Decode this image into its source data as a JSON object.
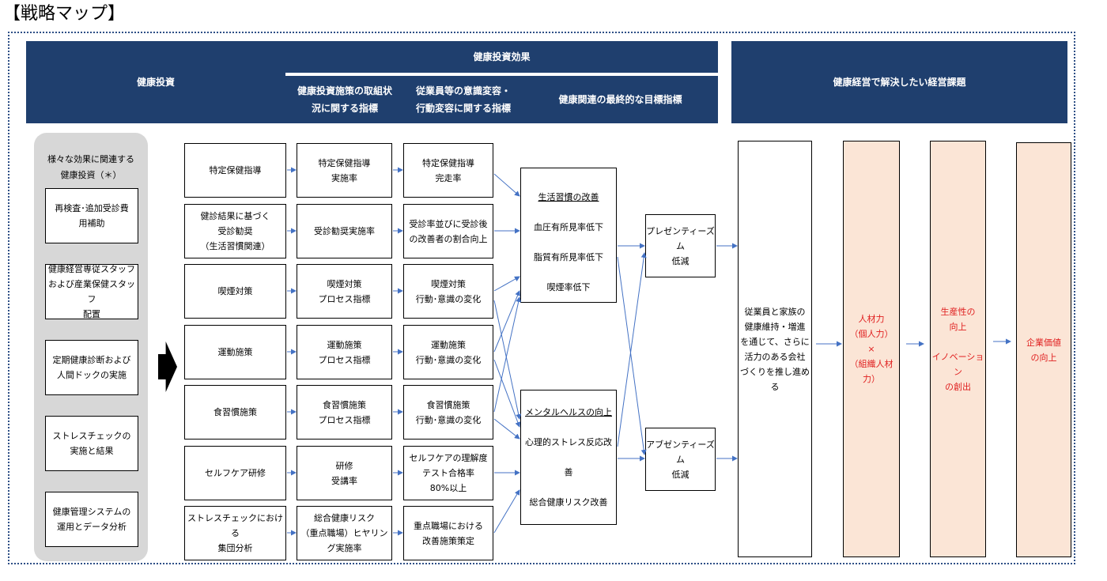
{
  "title": "【戦略マップ】",
  "header": {
    "investment": "健康投資",
    "effect": "健康投資効果",
    "col1": [
      "健康投資施策の取組状",
      "況に関する指標"
    ],
    "col2": [
      "従業員等の意識変容・",
      "行動変容に関する指標"
    ],
    "col3": "健康関連の最終的な目標指標",
    "issues": "健康経営で解決したい経営課題"
  },
  "left_panel": {
    "title": [
      "様々な効果に関連する",
      "健康投資（＊）"
    ],
    "items": [
      [
        "再検査･追加受診費",
        "用補助"
      ],
      [
        "健康経営専従スタッフ",
        "および産業保健スタッフ",
        "配置"
      ],
      [
        "定期健康診断および",
        "人間ドックの実施"
      ],
      [
        "ストレスチェックの",
        "実施と結果"
      ],
      [
        "健康管理システムの",
        "運用とデータ分析"
      ]
    ]
  },
  "measures": [
    [
      "特定保健指導"
    ],
    [
      "健診結果に基づく",
      "受診勧奨",
      "（生活習慣関連）"
    ],
    [
      "喫煙対策"
    ],
    [
      "運動施策"
    ],
    [
      "食習慣施策"
    ],
    [
      "セルフケア研修"
    ],
    [
      "ストレスチェックにおける",
      "集団分析"
    ]
  ],
  "process_indicators": [
    [
      "特定保健指導",
      "実施率"
    ],
    [
      "受診勧奨実施率"
    ],
    [
      "喫煙対策",
      "プロセス指標"
    ],
    [
      "運動施策",
      "プロセス指標"
    ],
    [
      "食習慣施策",
      "プロセス指標"
    ],
    [
      "研修",
      "受講率"
    ],
    [
      "総合健康リスク",
      "（重点職場）ヒヤリン",
      "グ実施率"
    ]
  ],
  "behavior_indicators": [
    [
      "特定保健指導",
      "完走率"
    ],
    [
      "受診率並びに受診後",
      "の改善者の割合向上"
    ],
    [
      "喫煙対策",
      "行動･意識の変化"
    ],
    [
      "運動施策",
      "行動･意識の変化"
    ],
    [
      "食習慣施策",
      "行動･意識の変化"
    ],
    [
      "セルフケアの理解度",
      "テスト合格率",
      "80%以上"
    ],
    [
      "重点職場における",
      "改善施策策定"
    ]
  ],
  "lifestyle": {
    "heading": "生活習慣の改善",
    "items": [
      "血圧有所見率低下",
      "脂質有所見率低下",
      "喫煙率低下"
    ]
  },
  "mental": {
    "heading": "メンタルヘルスの向上",
    "items": [
      "心理的ストレス反応改善",
      "総合健康リスク改善"
    ]
  },
  "presenteeism": [
    "プレゼンティーズム",
    "低減"
  ],
  "absenteeism": [
    "アブゼンティーズム",
    "低減"
  ],
  "goal": [
    "従業員と家族の",
    "健康維持・増進",
    "を通じて、さらに",
    "活力のある会社",
    "づくりを推し進める"
  ],
  "human_capital": [
    "人材力",
    "（個人力）",
    "×",
    "（組織人材",
    "力）"
  ],
  "productivity": [
    "生産性の",
    "向上",
    "",
    "イノベーション",
    "の創出"
  ],
  "corporate_value": [
    "企業価値",
    "の向上"
  ],
  "colors": {
    "header": "#1f3f6e",
    "arrow": "#4472c4",
    "accent_text": "#e02020",
    "peach": "#fbe5d6"
  }
}
